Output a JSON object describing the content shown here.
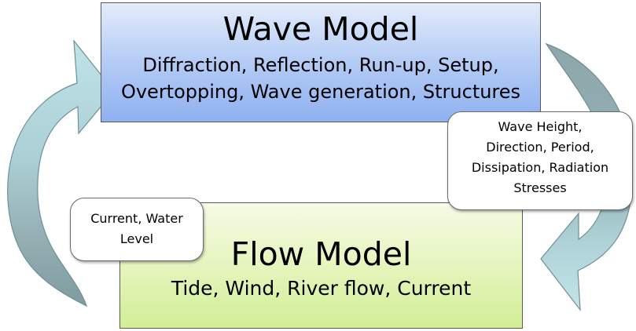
{
  "wave_model": {
    "title": "Wave Model",
    "description_lines": [
      "Diffraction, Reflection, Run-up, Setup,",
      "Overtopping, Wave generation, Structures"
    ]
  },
  "flow_model": {
    "title": "Flow Model",
    "description": "Tide, Wind, River flow, Current"
  },
  "wave_to_flow": {
    "lines": [
      "Wave Height,",
      "Direction, Period,",
      "Dissipation, Radiation",
      "Stresses"
    ]
  },
  "flow_to_wave": {
    "lines": [
      "Current, Water",
      "Level"
    ]
  },
  "colors": {
    "wave_box": "#b4cbf5",
    "flow_box": "#e3f4b9",
    "arrow_light": "#b9dfe3",
    "arrow_dark": "#8fa9ad"
  }
}
